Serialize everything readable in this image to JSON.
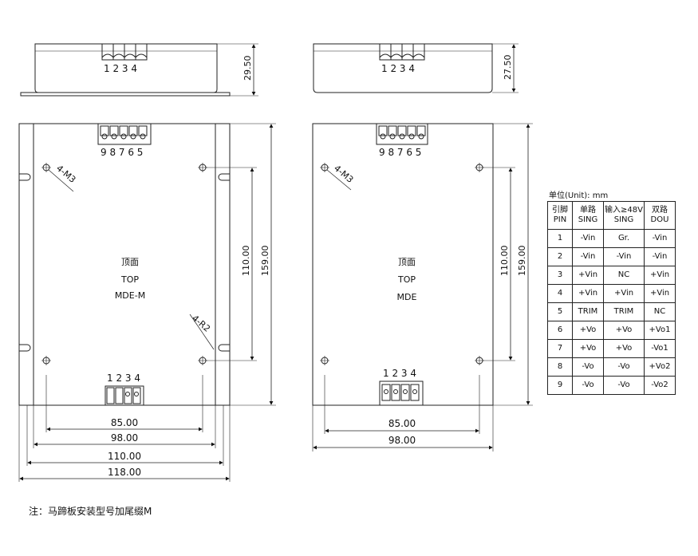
{
  "left_view": {
    "side_height": "29.50",
    "side_pins": "1 2 3 4",
    "top_pins": "9 8 7 6 5",
    "bottom_pins": "1 2 3 4",
    "hole_label": "4-M3",
    "radius_label": "4-R2",
    "center_lines": [
      "顶面",
      "TOP",
      "MDE-M"
    ],
    "inner_height": "110.00",
    "outer_height": "159.00",
    "widths": [
      "85.00",
      "98.00",
      "110.00",
      "118.00"
    ]
  },
  "right_view": {
    "side_height": "27.50",
    "side_pins": "1 2 3 4",
    "top_pins": "9 8 7 6 5",
    "bottom_pins": "1 2 3 4",
    "hole_label": "4-M3",
    "center_lines": [
      "顶面",
      "TOP",
      "MDE"
    ],
    "inner_height": "110.00",
    "outer_height": "159.00",
    "widths": [
      "85.00",
      "98.00"
    ]
  },
  "pin_table": {
    "unit": "单位(Unit): mm",
    "headers": [
      [
        "引脚",
        "PIN"
      ],
      [
        "单路",
        "SING"
      ],
      [
        "输入≥48V",
        "SING"
      ],
      [
        "双路",
        "DOU"
      ]
    ],
    "rows": [
      [
        "1",
        "-Vin",
        "Gr.",
        "-Vin"
      ],
      [
        "2",
        "-Vin",
        "-Vin",
        "-Vin"
      ],
      [
        "3",
        "+Vin",
        "NC",
        "+Vin"
      ],
      [
        "4",
        "+Vin",
        "+Vin",
        "+Vin"
      ],
      [
        "5",
        "TRIM",
        "TRIM",
        "NC"
      ],
      [
        "6",
        "+Vo",
        "+Vo",
        "+Vo1"
      ],
      [
        "7",
        "+Vo",
        "+Vo",
        "-Vo1"
      ],
      [
        "8",
        "-Vo",
        "-Vo",
        "+Vo2"
      ],
      [
        "9",
        "-Vo",
        "-Vo",
        "-Vo2"
      ]
    ]
  },
  "footnote": "注：马蹄板安装型号加尾缀M"
}
